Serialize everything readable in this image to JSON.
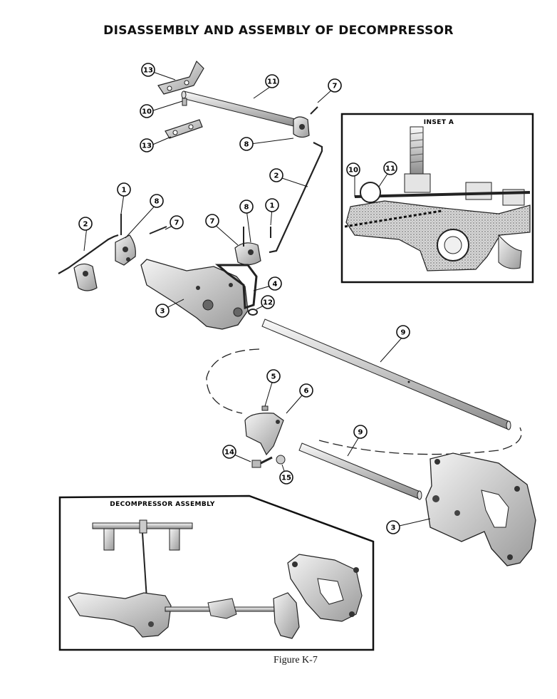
{
  "title": "DISASSEMBLY  AND ASSEMBLY OF DECOMPRESSOR",
  "caption": "Figure K-7",
  "inset_a_label": "INSET A",
  "assembly_label": "DECOMPRESSOR ASSEMBLY",
  "callouts": [
    "13",
    "11",
    "7",
    "10",
    "13",
    "8",
    "2",
    "1",
    "8",
    "2",
    "7",
    "7",
    "8",
    "1",
    "4",
    "3",
    "12",
    "9",
    "5",
    "6",
    "9",
    "14",
    "15",
    "3",
    "10",
    "11"
  ]
}
